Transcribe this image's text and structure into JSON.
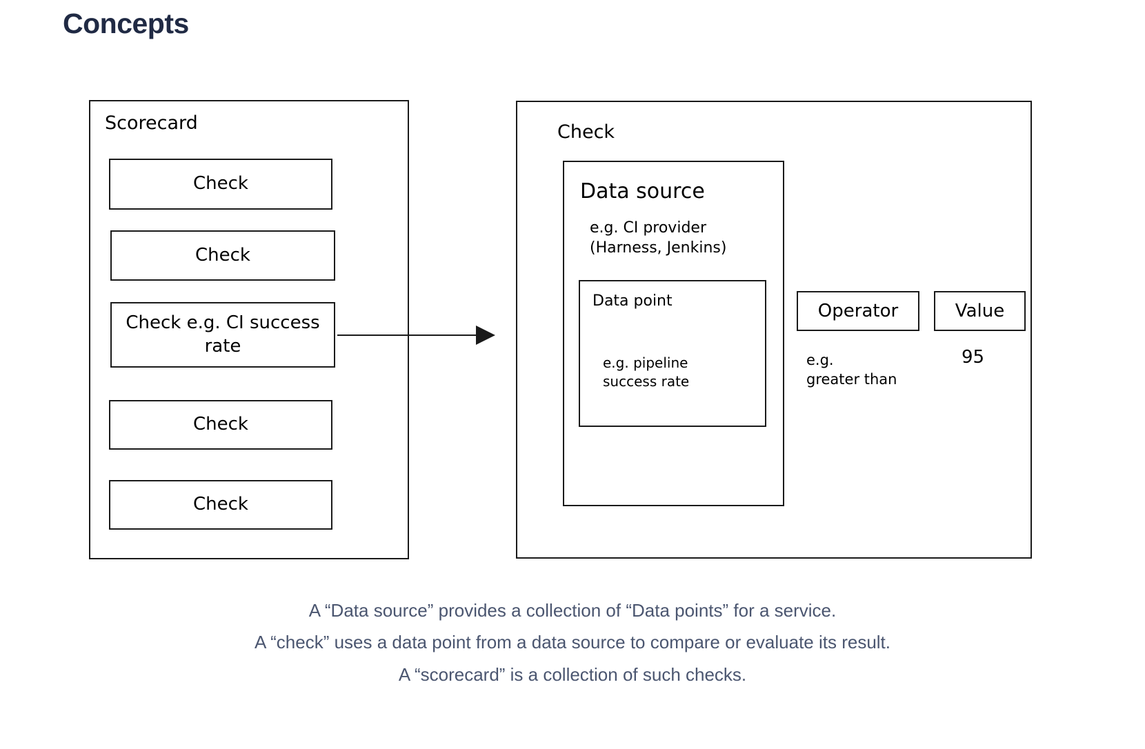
{
  "page": {
    "title": "Concepts",
    "title_color": "#202a44",
    "background": "#ffffff"
  },
  "diagram": {
    "stroke_color": "#1a1a1a",
    "scorecard": {
      "label": "Scorecard",
      "checks": [
        {
          "label": "Check"
        },
        {
          "label": "Check"
        },
        {
          "label": "Check e.g. CI\nsuccess rate"
        },
        {
          "label": "Check"
        },
        {
          "label": "Check"
        }
      ]
    },
    "arrow": {
      "icon": "arrow-right-icon",
      "from": "check-e-g-ci-success-rate",
      "to": "check-detail"
    },
    "check_detail": {
      "label": "Check",
      "data_source": {
        "label": "Data source",
        "note": "e.g. CI provider\n(Harness, Jenkins)",
        "data_point": {
          "label": "Data point",
          "note": "e.g. pipeline\nsuccess rate"
        }
      },
      "operator": {
        "label": "Operator",
        "note": "e.g.\ngreater than"
      },
      "value": {
        "label": "Value",
        "note": "95"
      }
    }
  },
  "caption": {
    "color": "#4b5670",
    "lines": [
      "A “Data source” provides a collection of “Data points” for a service.",
      "A “check” uses a data point from a data source to compare or evaluate its result.",
      "A “scorecard” is a collection of such checks."
    ]
  }
}
